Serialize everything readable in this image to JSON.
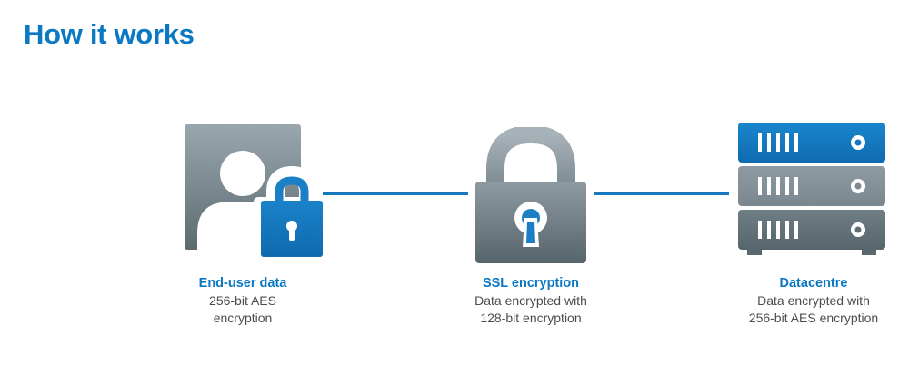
{
  "page": {
    "title": "How it works"
  },
  "colors": {
    "brand_blue": "#0a78c2",
    "slate_grey": "#6f7e86",
    "text_grey": "#4a4d50"
  },
  "steps": [
    {
      "icon": "user-lock-icon",
      "heading": "End-user data",
      "line1": "256-bit AES",
      "line2": "encryption"
    },
    {
      "icon": "padlock-icon",
      "heading": "SSL encryption",
      "line1": "Data encrypted with",
      "line2": "128-bit encryption"
    },
    {
      "icon": "server-stack-icon",
      "heading": "Datacentre",
      "line1": "Data encrypted with",
      "line2": "256-bit AES encryption"
    }
  ]
}
